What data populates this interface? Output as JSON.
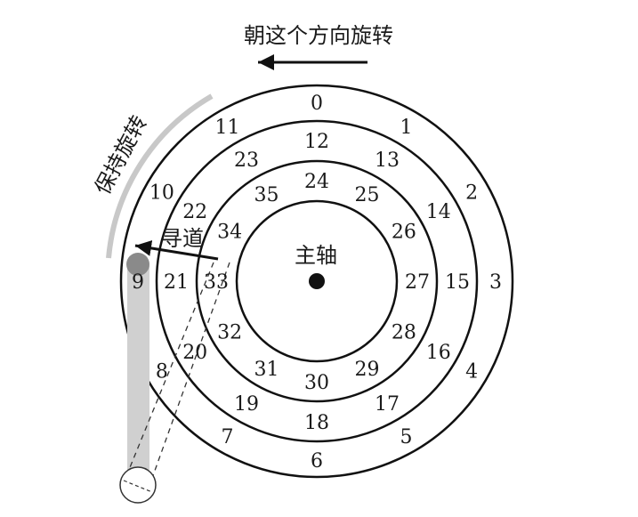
{
  "labels": {
    "direction": "朝这个方向旋转",
    "keep_rotating": "保持旋转",
    "seek": "寻道",
    "spindle": "主轴"
  },
  "tracks": {
    "outer": [
      "0",
      "1",
      "2",
      "3",
      "4",
      "5",
      "6",
      "7",
      "8",
      "9",
      "10",
      "11"
    ],
    "middle": [
      "12",
      "13",
      "14",
      "15",
      "16",
      "17",
      "18",
      "19",
      "20",
      "21",
      "22",
      "23"
    ],
    "inner": [
      "24",
      "25",
      "26",
      "27",
      "28",
      "29",
      "30",
      "31",
      "32",
      "33",
      "34",
      "35"
    ]
  }
}
